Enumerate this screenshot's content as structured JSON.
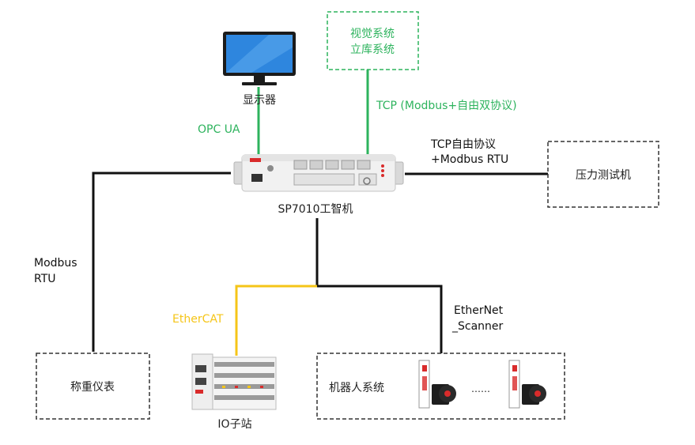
{
  "colors": {
    "green": "#2db35d",
    "yellow": "#f5c518",
    "black": "#111111",
    "box_dash": "#333333",
    "screen_blue": "#2e86de",
    "device_red": "#d92b2b"
  },
  "nodes": {
    "display": "显示器",
    "vision_line1": "视觉系统",
    "vision_line2": "立库系统",
    "controller": "SP7010工智机",
    "pressure_tester": "压力测试机",
    "scale": "称重仪表",
    "io_station": "IO子站",
    "robot": "机器人系统",
    "robot_ellipsis": "……"
  },
  "links": {
    "opc_ua": "OPC UA",
    "tcp_green": "TCP (Modbus+自由双协议)",
    "tcp_black_line1": "TCP自由协议",
    "tcp_black_line2": "+Modbus RTU",
    "modbus_line1": "Modbus",
    "modbus_line2": "RTU",
    "ethercat": "EtherCAT",
    "ethernet_line1": "EtherNet",
    "ethernet_line2": "_Scanner"
  },
  "icons": {
    "monitor": "monitor-icon",
    "controller": "controller-device-icon",
    "io_module": "io-module-icon",
    "servo": "servo-motor-icon"
  }
}
